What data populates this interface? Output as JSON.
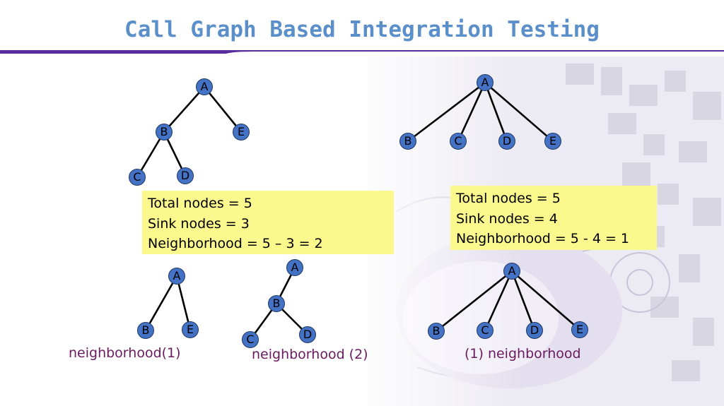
{
  "slide": {
    "title": "Call Graph Based Integration Testing"
  },
  "graphs": {
    "g1": {
      "nodes": [
        "A",
        "B",
        "E",
        "C",
        "D"
      ]
    },
    "g2": {
      "nodes": [
        "A",
        "B",
        "C",
        "D",
        "E"
      ]
    },
    "g3": {
      "nodes": [
        "A",
        "B",
        "E"
      ]
    },
    "g4": {
      "nodes": [
        "A",
        "B",
        "C",
        "D"
      ]
    },
    "g5": {
      "nodes": [
        "A",
        "B",
        "C",
        "D",
        "E"
      ]
    }
  },
  "notes": {
    "left": {
      "total": "Total nodes = 5",
      "sink": "Sink nodes = 3",
      "neighborhood": "Neighborhood = 5 – 3 =  2"
    },
    "right": {
      "total": "Total nodes = 5",
      "sink": "Sink nodes = 4",
      "neighborhood": "Neighborhood = 5 - 4 = 1"
    }
  },
  "captions": {
    "c1": "neighborhood(1)",
    "c2": "neighborhood (2)",
    "c3": "(1) neighborhood"
  },
  "colors": {
    "title": "#5b8fc9",
    "node_fill": "#4472c4",
    "note_fill": "#fbf88d",
    "caption": "#6a1a5e",
    "rule": "#5b2c9e"
  }
}
